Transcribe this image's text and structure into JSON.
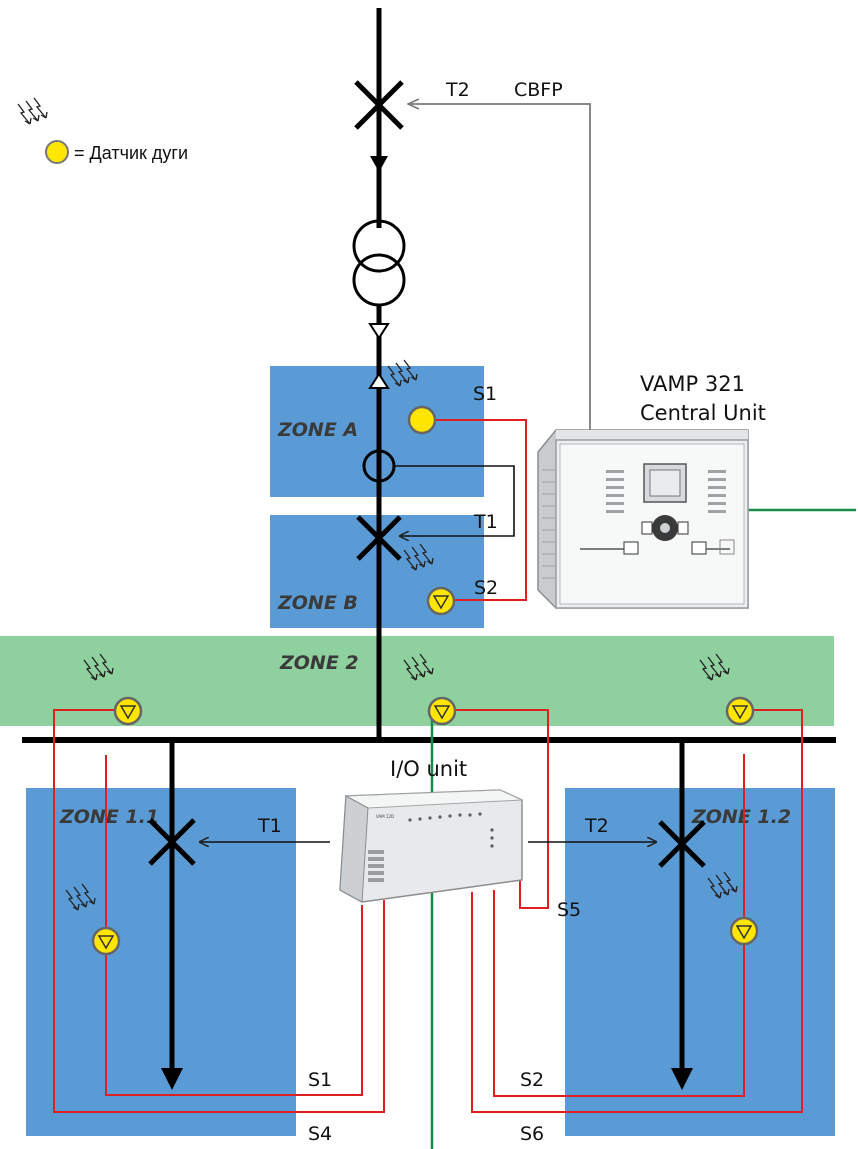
{
  "legend": {
    "label": "= Датчик дуги"
  },
  "zones": {
    "zone_a": "ZONE A",
    "zone_b": "ZONE B",
    "zone_2": "ZONE 2",
    "zone_1_1": "ZONE 1.1",
    "zone_1_2": "ZONE 1.2"
  },
  "central_unit": {
    "line1": "VAMP 321",
    "line2": "Central Unit"
  },
  "io_unit": {
    "label": "I/O unit",
    "brand": "VAM 12D"
  },
  "signals": {
    "t2_top": "T2",
    "cbfp": "CBFP",
    "s1_top": "S1",
    "t1_mid": "T1",
    "s2_mid": "S2",
    "t1_left": "T1",
    "t2_right": "T2",
    "s5": "S5",
    "s1_bottom": "S1",
    "s2_bottom": "S2",
    "s4": "S4",
    "s6": "S6"
  },
  "colors": {
    "zone_blue": "#5b9bd5",
    "zone_green": "#8fd19e",
    "sensor_wire": "#e02020",
    "comm_wire": "#1a8a4a",
    "trip_wire": "#999999",
    "sensor_fill": "#ffe600",
    "busbar": "#000000"
  }
}
